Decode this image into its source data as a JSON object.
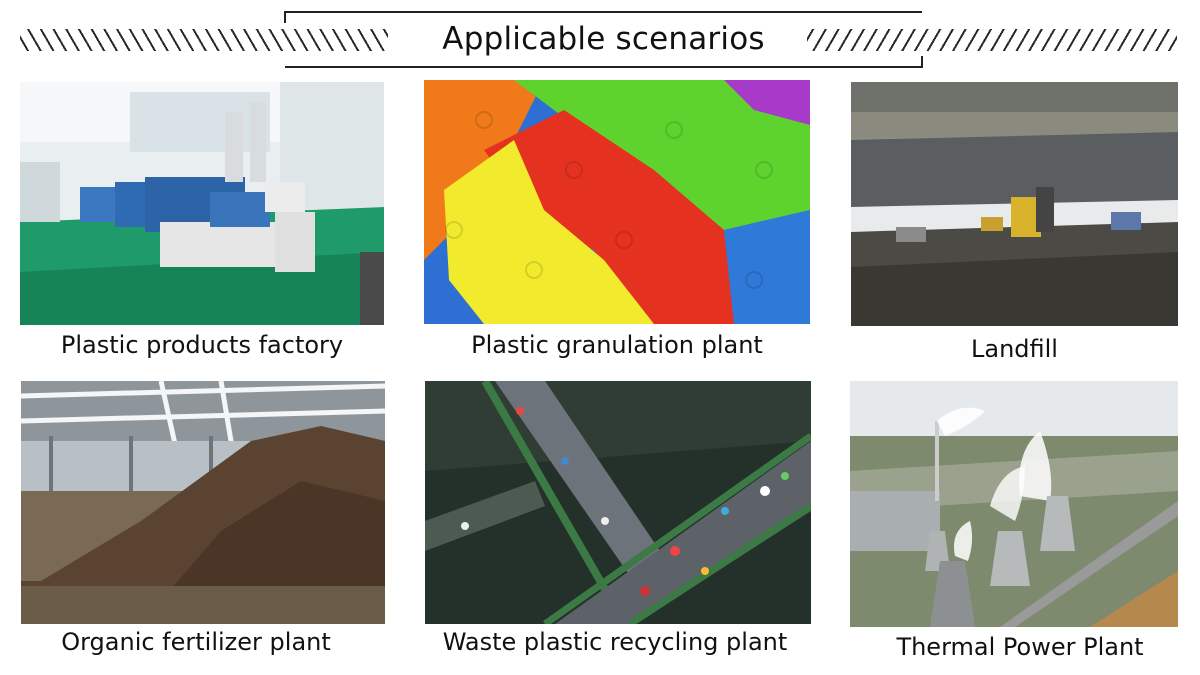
{
  "header": {
    "title": "Applicable scenarios"
  },
  "scenarios": [
    {
      "caption": "Plastic products factory"
    },
    {
      "caption": "Plastic granulation plant"
    },
    {
      "caption": "Landfill"
    },
    {
      "caption": "Organic fertilizer plant"
    },
    {
      "caption": "Waste plastic recycling plant"
    },
    {
      "caption": "Thermal Power Plant"
    }
  ]
}
